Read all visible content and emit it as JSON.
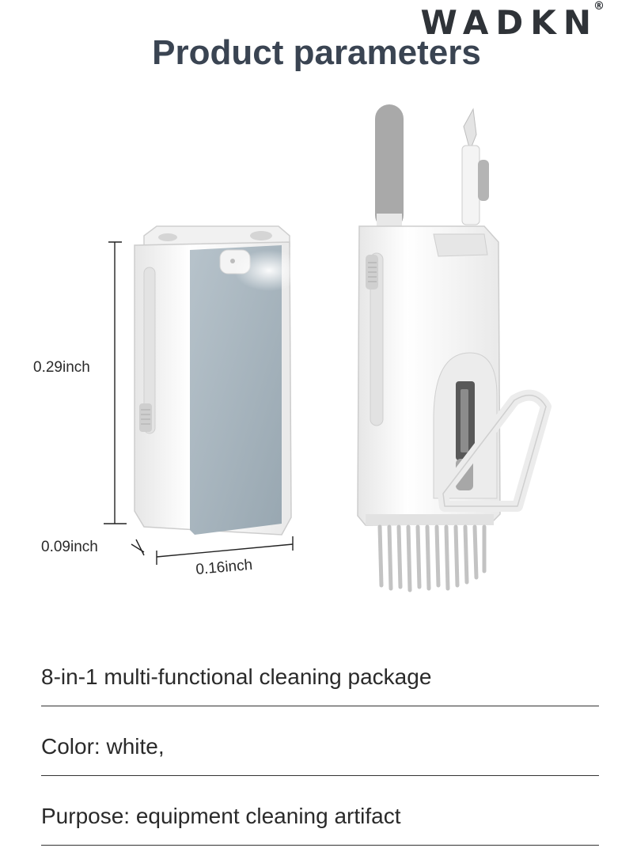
{
  "brand": {
    "name": "WADKN",
    "mark": "®"
  },
  "title": "Product parameters",
  "dimensions": {
    "height": "0.29inch",
    "depth": "0.09inch",
    "width": "0.16inch"
  },
  "specs": [
    "8-in-1 multi-functional cleaning package",
    "Color: white,",
    "Purpose: equipment cleaning artifact"
  ],
  "colors": {
    "title": "#3a4452",
    "product_body": "#f3f3f3",
    "pad": "#a7b4bd",
    "brush": "#c7c7c7"
  }
}
